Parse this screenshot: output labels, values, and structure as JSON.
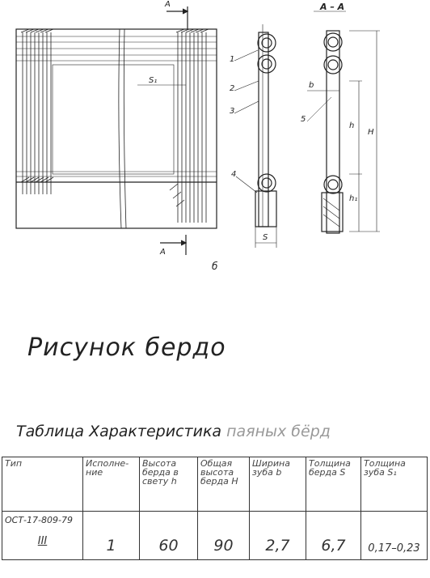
{
  "drawing": {
    "section_mark_top": "A",
    "section_mark_bottom": "A",
    "section_title": "A – A",
    "view_label": "б",
    "label_s1": "S₁",
    "label_s": "S",
    "label_b": "b",
    "label_h": "h",
    "label_H": "H",
    "label_h1": "h₁",
    "parts": [
      "1",
      "2",
      "3",
      "4",
      "5"
    ]
  },
  "caption": "Рисунок  бердо",
  "table_title_main": "Таблица    Характеристика",
  "table_title_faded": "паяных бёрд",
  "table": {
    "headers": [
      "Тип",
      "Исполне-ние",
      "Высота берда в свету h",
      "Общая высота берда H",
      "Ширина зуба b",
      "Толщина берда S",
      "Толщина зуба S₁"
    ],
    "row": {
      "type": "ОСТ-17-809-79",
      "version": "III",
      "execution": "1",
      "height_clear": "60",
      "height_total": "90",
      "tooth_width": "2,7",
      "reed_thickness": "6,7",
      "tooth_thickness": "0,17–0,23"
    }
  }
}
